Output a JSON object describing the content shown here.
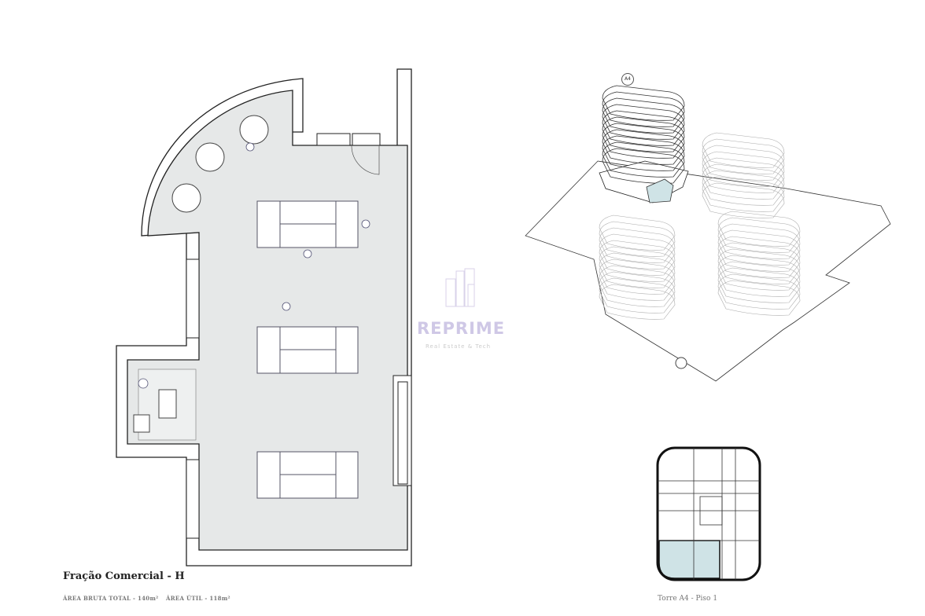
{
  "plan": {
    "title": "Fração Comercial - H",
    "gross_area": "ÁREA BRUTA TOTAL - 140m²",
    "useful_area": "ÁREA ÚTIL - 118m²"
  },
  "location": {
    "tower_tag": "A4",
    "caption": "Torre A4 - Piso 1"
  },
  "watermark": {
    "brand": "REPRIME",
    "tagline": "Real Estate & Tech"
  },
  "colors": {
    "floor_fill": "#e6e8e8",
    "highlight": "#cfe3e6",
    "wall": "#222222",
    "watermark": "#cfc8e6"
  }
}
